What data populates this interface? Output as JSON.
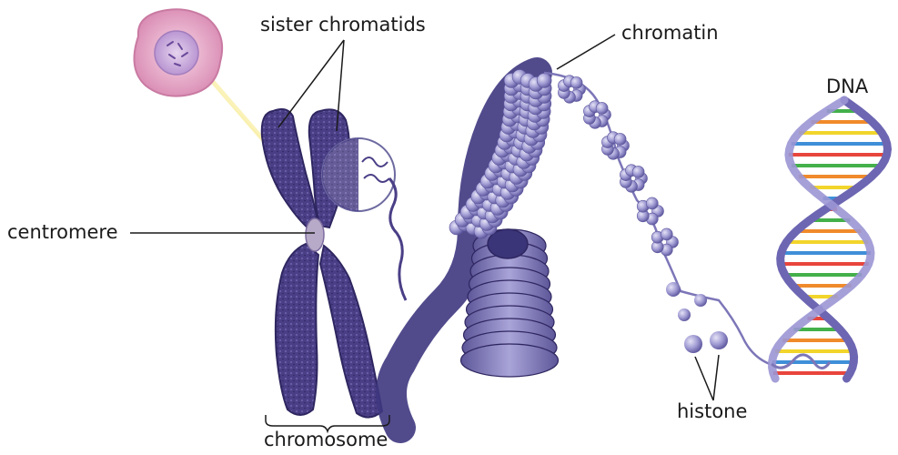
{
  "labels": {
    "sister_chromatids": "sister chromatids",
    "chromatin": "chromatin",
    "dna": "DNA",
    "centromere": "centromere",
    "histone": "histone",
    "chromosome": "chromosome"
  },
  "colors": {
    "chromosome": "#4a3f86",
    "chromosome_dark": "#2e2660",
    "fiber": "#8f8ac6",
    "fiber_light": "#c7c4e6",
    "cell_outer": "#e4a6c4",
    "cell_nucleus": "#c9a7d6",
    "beam": "#fbf3b0",
    "centromere": "#b7aac8",
    "dna_backbone": "#8a82c8",
    "base_red": "#e8453c",
    "base_yellow": "#f2d52a",
    "base_green": "#43b04a",
    "base_blue": "#3f8fd8",
    "base_orange": "#f08a2a"
  }
}
